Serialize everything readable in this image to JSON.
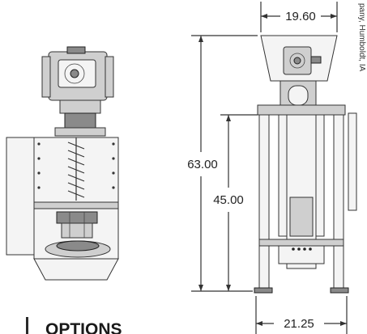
{
  "dimensions": {
    "top_width": "19.60",
    "overall_height": "63.00",
    "lower_height": "45.00",
    "base_width": "21.25"
  },
  "side_caption": "pany, Humboldt, IA",
  "section_heading": "OPTIONS",
  "colors": {
    "line": "#333333",
    "fill_light": "#cfcfcf",
    "fill_dark": "#8a8a8a",
    "heading_bar": "#2a2a2a"
  }
}
